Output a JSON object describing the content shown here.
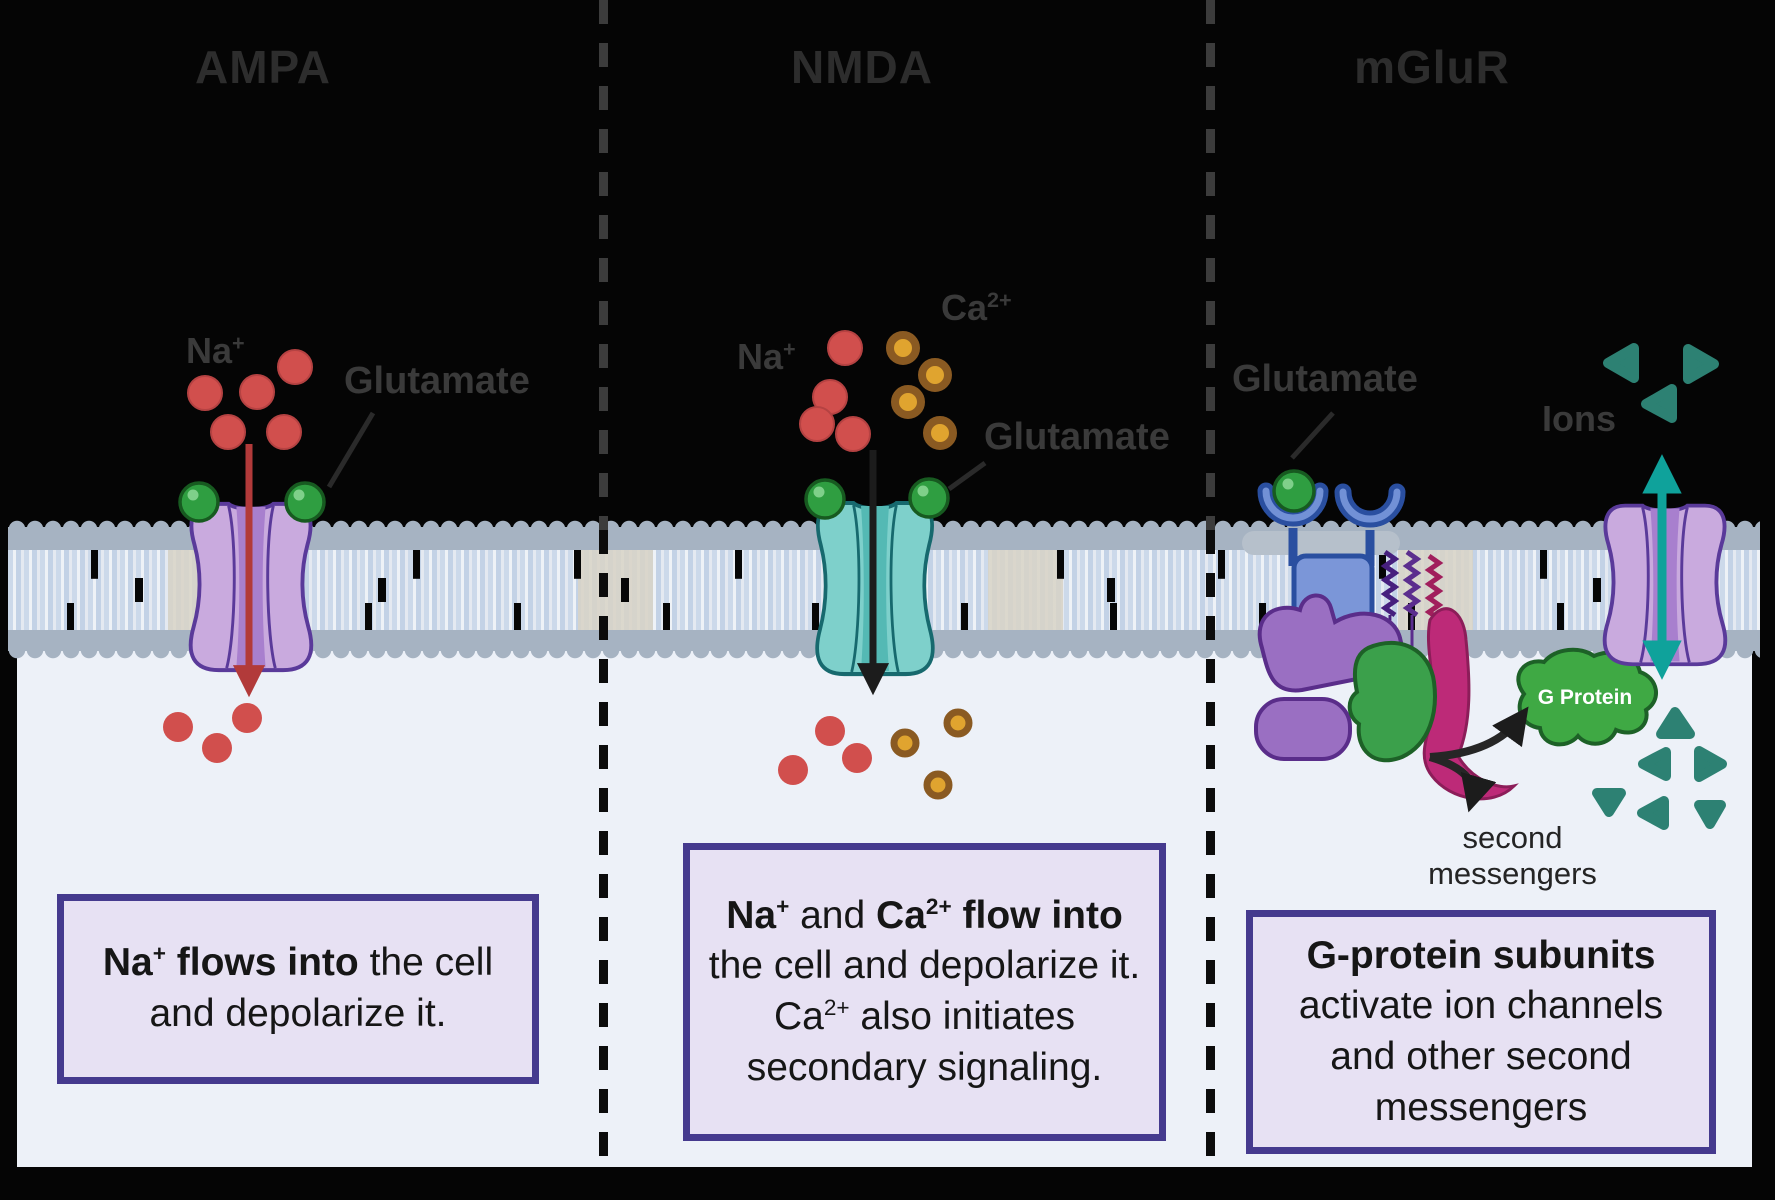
{
  "titles": {
    "ampa": "AMPA",
    "nmda": "NMDA",
    "mglur": "mGluR"
  },
  "labels": {
    "na_base": "Na",
    "na_sup": "+",
    "ca_base": "Ca",
    "ca_sup": "2+",
    "glutamate": "Glutamate",
    "ions": "Ions",
    "g_protein": "G Protein",
    "second_messengers": "second messengers"
  },
  "captions": {
    "ampa": {
      "s1": "Na",
      "s1sup": "+",
      "s2": " flows into",
      "s3": " the cell and depolarize it."
    },
    "nmda": {
      "s1": "Na",
      "s1sup": "+",
      "s2": " and ",
      "s3": "Ca",
      "s3sup": "2+",
      "s4": " flow into",
      "s5": " the cell and depolarize it. Ca",
      "s5sup": "2+",
      "s6": " also initiates secondary signaling."
    },
    "mglur": {
      "s1": "G-protein subunits",
      "s2": " activate ion channels and other second messengers"
    }
  },
  "colors": {
    "background": "#050505",
    "cell_interior": "#edf1f8",
    "membrane_band": "#a6b3c2",
    "sodium_ion": "#d14f4d",
    "calcium_ion_core": "#e0a42f",
    "calcium_ion_ring": "#8a5a22",
    "glutamate_green": "#2f9e41",
    "ampa_receptor": "#c9aade",
    "ampa_outline": "#5a3a9a",
    "nmda_receptor": "#7ed0cb",
    "nmda_outline": "#17696e",
    "mglur_blue": "#7b96d8",
    "mglur_blue_outline": "#2a4fa0",
    "g_protein_green": "#3fa944",
    "magenta_subunit": "#bd2a78",
    "purple_complex": "#9a6fc2",
    "teal_arrow": "#0fa29b",
    "teal_triangle": "#2d8173",
    "red_arrow": "#b23a3a",
    "caption_bg": "#e7e1f3",
    "caption_border": "#453a8e",
    "title_gray": "#2d2d2d"
  }
}
